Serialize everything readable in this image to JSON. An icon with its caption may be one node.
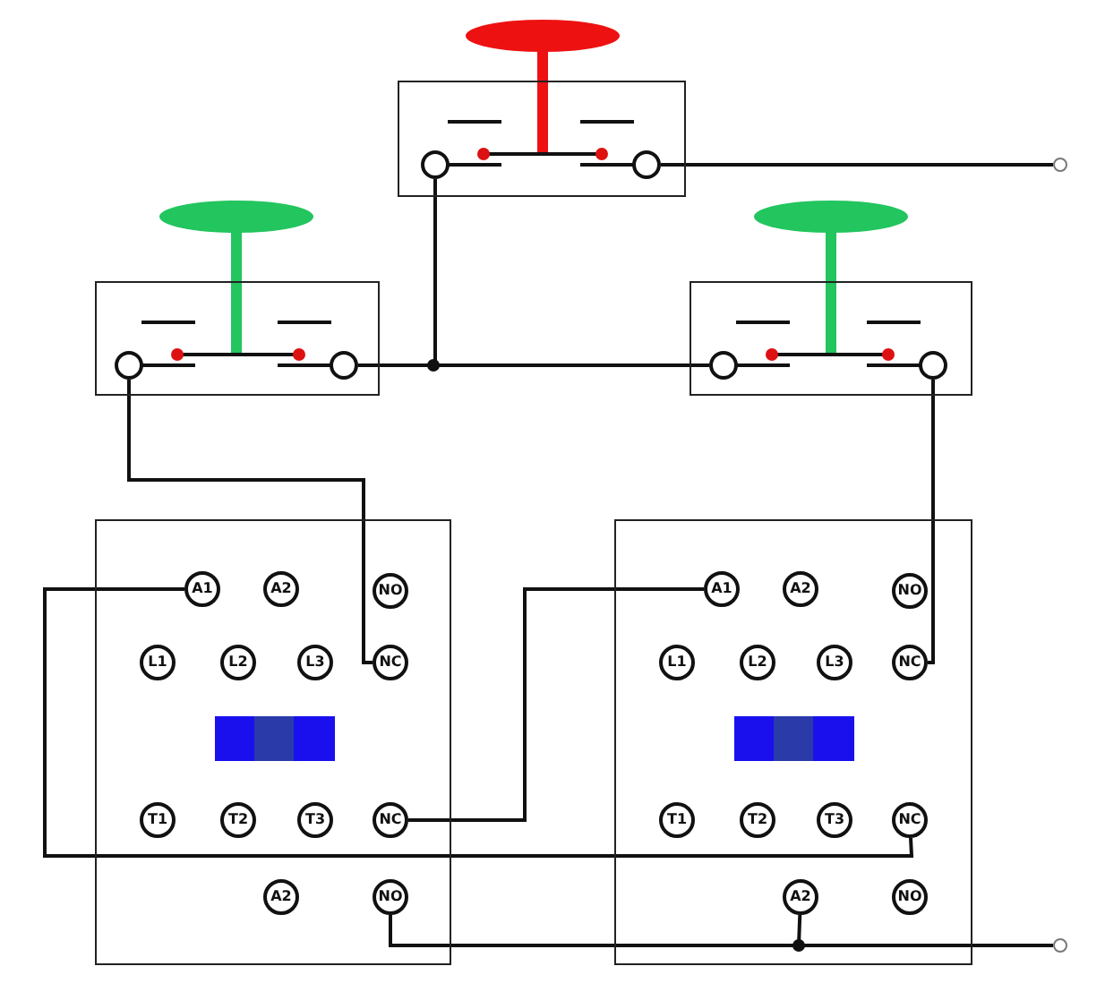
{
  "diagram": {
    "nodes": [
      {
        "text": [],
        "shape": "box"
      },
      {
        "text": [],
        "shape": "circle",
        "in": 0
      },
      {
        "text": [],
        "shape": "circle",
        "in": 0
      },
      {
        "text": [],
        "shape": "box"
      },
      {
        "text": [],
        "shape": "circle",
        "in": 3
      },
      {
        "text": [],
        "shape": "circle",
        "in": 3
      },
      {
        "text": [],
        "shape": "box"
      },
      {
        "text": [],
        "shape": "circle",
        "in": 6
      },
      {
        "text": [],
        "shape": "circle",
        "in": 6
      },
      {
        "text": [],
        "shape": "circle"
      },
      {
        "text": [],
        "shape": "box"
      },
      {
        "text": [
          "A1"
        ],
        "in": 10
      },
      {
        "text": [
          "A2"
        ],
        "in": 10
      },
      {
        "text": [
          "NO"
        ],
        "in": 10
      },
      {
        "text": [
          "L1"
        ],
        "in": 10
      },
      {
        "text": [
          "L2"
        ],
        "in": 10
      },
      {
        "text": [
          "L3"
        ],
        "in": 10
      },
      {
        "text": [
          "NC"
        ],
        "in": 10
      },
      {
        "text": [
          "T1"
        ],
        "in": 10
      },
      {
        "text": [
          "T2"
        ],
        "in": 10
      },
      {
        "text": [
          "T3"
        ],
        "in": 10
      },
      {
        "text": [
          "NC"
        ],
        "in": 10
      },
      {
        "text": [
          "A2"
        ],
        "in": 10
      },
      {
        "text": [
          "NO"
        ],
        "in": 10
      },
      {
        "text": [],
        "shape": "box"
      },
      {
        "text": [
          "A1"
        ],
        "in": 24
      },
      {
        "text": [
          "A2"
        ],
        "in": 24
      },
      {
        "text": [
          "NO"
        ],
        "in": 24
      },
      {
        "text": [
          "L1"
        ],
        "in": 24
      },
      {
        "text": [
          "L2"
        ],
        "in": 24
      },
      {
        "text": [
          "L3"
        ],
        "in": 24
      },
      {
        "text": [
          "NC"
        ],
        "in": 24
      },
      {
        "text": [
          "T1"
        ],
        "in": 24
      },
      {
        "text": [
          "T2"
        ],
        "in": 24
      },
      {
        "text": [
          "T3"
        ],
        "in": 24
      },
      {
        "text": [
          "NC"
        ],
        "in": 24
      },
      {
        "text": [
          "A2"
        ],
        "in": 24
      },
      {
        "text": [
          "NO"
        ],
        "in": 24
      },
      {
        "text": [],
        "shape": "circle"
      }
    ],
    "edges": [
      {
        "from": 2,
        "to": 9,
        "arrow": "none"
      },
      {
        "from": 1,
        "to": 5,
        "arrow": "none"
      },
      {
        "from": 1,
        "to": 7,
        "arrow": "none"
      },
      {
        "from": 4,
        "to": 17,
        "arrow": "none"
      },
      {
        "from": 8,
        "to": 31,
        "arrow": "none"
      },
      {
        "from": 21,
        "to": 25,
        "arrow": "none"
      },
      {
        "from": 11,
        "to": 35,
        "arrow": "none"
      },
      {
        "from": 23,
        "to": 38,
        "arrow": "none"
      },
      {
        "from": 36,
        "to": 38,
        "arrow": "none"
      }
    ]
  }
}
